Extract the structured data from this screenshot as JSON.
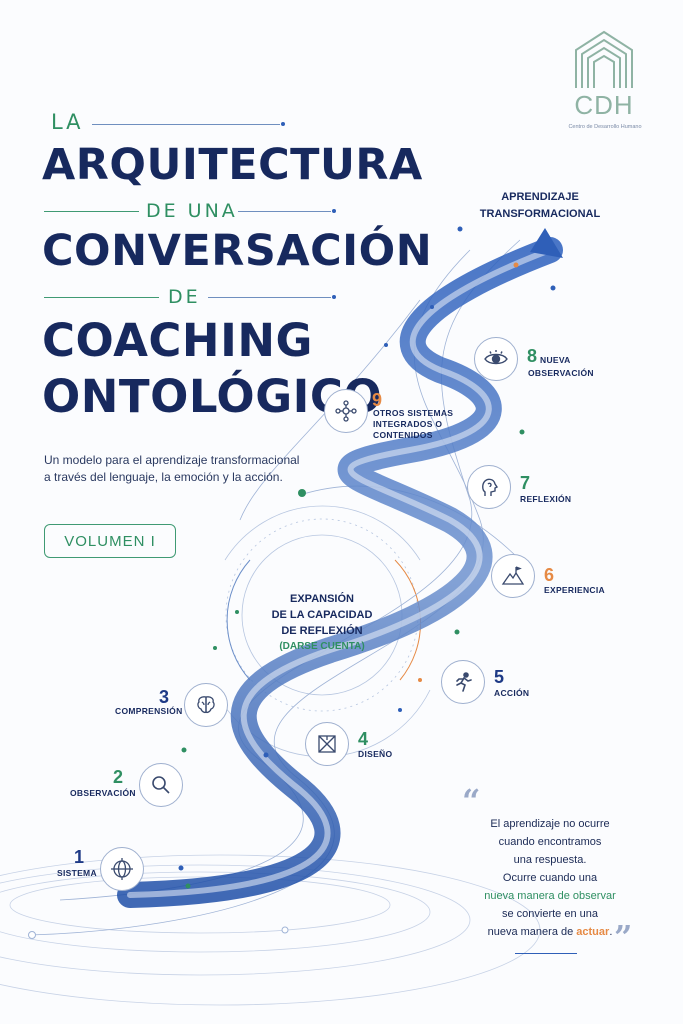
{
  "logo": {
    "letters": "CDH",
    "caption": "Centro de Desarrollo Humano"
  },
  "title": {
    "line1": "LA",
    "line2": "ARQUITECTURA",
    "line3": "DE UNA",
    "line4": "CONVERSACIÓN",
    "line5": "DE",
    "line6": "COACHING",
    "line7": "ONTOLÓGICO"
  },
  "subtitle": {
    "line1": "Un modelo para el aprendizaje transformacional",
    "line2": "a través del lenguaje, la emoción y la acción."
  },
  "volume_label": "VOLUMEN I",
  "arrow_label": {
    "line1": "APRENDIZAJE",
    "line2": "TRANSFORMACIONAL"
  },
  "center_text": {
    "line1": "EXPANSIÓN",
    "line2": "DE LA CAPACIDAD",
    "line3": "DE REFLEXIÓN",
    "line4": "(DARSE CUENTA)"
  },
  "steps": [
    {
      "number": "1",
      "label": "SISTEMA",
      "icon": "globe-icon"
    },
    {
      "number": "2",
      "label": "OBSERVACIÓN",
      "icon": "magnifier-icon"
    },
    {
      "number": "3",
      "label": "COMPRENSIÓN",
      "icon": "brain-icon"
    },
    {
      "number": "4",
      "label": "DISEÑO",
      "icon": "blueprint-icon"
    },
    {
      "number": "5",
      "label": "ACCIÓN",
      "icon": "runner-icon"
    },
    {
      "number": "6",
      "label": "EXPERIENCIA",
      "icon": "mountain-flag-icon"
    },
    {
      "number": "7",
      "label": "REFLEXIÓN",
      "icon": "head-icon"
    },
    {
      "number": "8",
      "label": "NUEVA\nOBSERVACIÓN",
      "icon": "eye-icon"
    },
    {
      "number": "9",
      "label": "OTROS SISTEMAS\nINTEGRADOS O\nCONTENIDOS",
      "icon": "network-icon"
    }
  ],
  "quote": {
    "line1": "El aprendizaje no ocurre",
    "line2": "cuando encontramos",
    "line3": "una respuesta.",
    "line4": "Ocurre cuando una",
    "line5": "nueva manera de observar",
    "line6": "se convierte en una",
    "line7_prefix": "nueva manera de ",
    "line7_highlight": "actuar",
    "line7_suffix": "."
  },
  "colors": {
    "navy": "#17295e",
    "green": "#2f8f62",
    "orange": "#e68a45",
    "blue": "#2f5fb8"
  }
}
